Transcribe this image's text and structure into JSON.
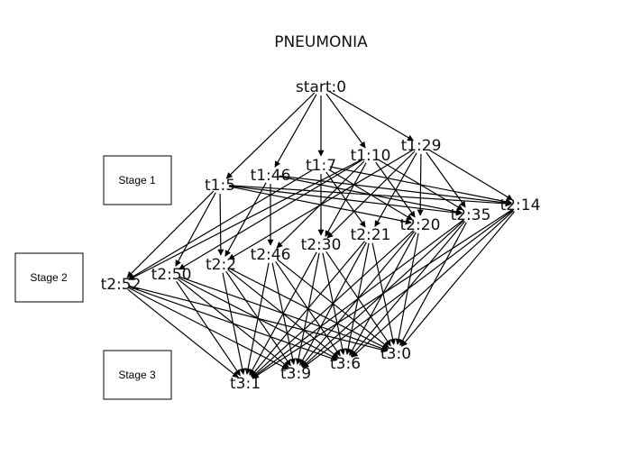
{
  "title": "PNEUMONIA",
  "stages": [
    "Stage 1",
    "Stage 2",
    "Stage 3"
  ],
  "nodes": {
    "start": "start:0",
    "t1_5": "t1:5",
    "t1_46": "t1:46",
    "t1_7": "t1:7",
    "t1_10": "t1:10",
    "t1_29": "t1:29",
    "t2_52": "t2:52",
    "t2_50": "t2:50",
    "t2_2": "t2:2",
    "t2_46": "t2:46",
    "t2_30": "t2:30",
    "t2_21": "t2:21",
    "t2_20": "t2:20",
    "t2_35": "t2:35",
    "t2_14": "t2:14",
    "t3_1": "t3:1",
    "t3_9": "t3:9",
    "t3_6": "t3:6",
    "t3_0": "t3:0"
  },
  "edges": [
    [
      "start",
      "t1_5"
    ],
    [
      "start",
      "t1_46"
    ],
    [
      "start",
      "t1_7"
    ],
    [
      "start",
      "t1_10"
    ],
    [
      "start",
      "t1_29"
    ],
    [
      "t1_5",
      "t2_52"
    ],
    [
      "t1_5",
      "t2_50"
    ],
    [
      "t1_5",
      "t2_2"
    ],
    [
      "t1_5",
      "t2_35"
    ],
    [
      "t1_5",
      "t2_14"
    ],
    [
      "t1_5",
      "t2_20"
    ],
    [
      "t1_46",
      "t2_2"
    ],
    [
      "t1_46",
      "t2_46"
    ],
    [
      "t1_46",
      "t2_35"
    ],
    [
      "t1_46",
      "t2_14"
    ],
    [
      "t1_7",
      "t2_30"
    ],
    [
      "t1_7",
      "t2_21"
    ],
    [
      "t1_7",
      "t2_20"
    ],
    [
      "t1_7",
      "t2_14"
    ],
    [
      "t1_7",
      "t2_52"
    ],
    [
      "t1_10",
      "t2_50"
    ],
    [
      "t1_10",
      "t2_46"
    ],
    [
      "t1_10",
      "t2_30"
    ],
    [
      "t1_10",
      "t2_20"
    ],
    [
      "t1_10",
      "t2_35"
    ],
    [
      "t1_10",
      "t2_52"
    ],
    [
      "t1_29",
      "t2_30"
    ],
    [
      "t1_29",
      "t2_21"
    ],
    [
      "t1_29",
      "t2_20"
    ],
    [
      "t1_29",
      "t2_35"
    ],
    [
      "t1_29",
      "t2_14"
    ],
    [
      "t1_29",
      "t2_2"
    ],
    [
      "t2_52",
      "t3_1"
    ],
    [
      "t2_52",
      "t3_9"
    ],
    [
      "t2_52",
      "t3_6"
    ],
    [
      "t2_52",
      "t3_0"
    ],
    [
      "t2_50",
      "t3_1"
    ],
    [
      "t2_50",
      "t3_9"
    ],
    [
      "t2_50",
      "t3_6"
    ],
    [
      "t2_50",
      "t3_0"
    ],
    [
      "t2_2",
      "t3_1"
    ],
    [
      "t2_2",
      "t3_9"
    ],
    [
      "t2_2",
      "t3_6"
    ],
    [
      "t2_2",
      "t3_0"
    ],
    [
      "t2_46",
      "t3_1"
    ],
    [
      "t2_46",
      "t3_9"
    ],
    [
      "t2_46",
      "t3_6"
    ],
    [
      "t2_46",
      "t3_0"
    ],
    [
      "t2_30",
      "t3_1"
    ],
    [
      "t2_30",
      "t3_9"
    ],
    [
      "t2_30",
      "t3_6"
    ],
    [
      "t2_30",
      "t3_0"
    ],
    [
      "t2_21",
      "t3_1"
    ],
    [
      "t2_21",
      "t3_9"
    ],
    [
      "t2_21",
      "t3_6"
    ],
    [
      "t2_21",
      "t3_0"
    ],
    [
      "t2_20",
      "t3_1"
    ],
    [
      "t2_20",
      "t3_9"
    ],
    [
      "t2_20",
      "t3_6"
    ],
    [
      "t2_20",
      "t3_0"
    ],
    [
      "t2_35",
      "t3_1"
    ],
    [
      "t2_35",
      "t3_9"
    ],
    [
      "t2_35",
      "t3_6"
    ],
    [
      "t2_35",
      "t3_0"
    ],
    [
      "t2_14",
      "t3_1"
    ],
    [
      "t2_14",
      "t3_9"
    ],
    [
      "t2_14",
      "t3_6"
    ],
    [
      "t2_14",
      "t3_0"
    ]
  ]
}
